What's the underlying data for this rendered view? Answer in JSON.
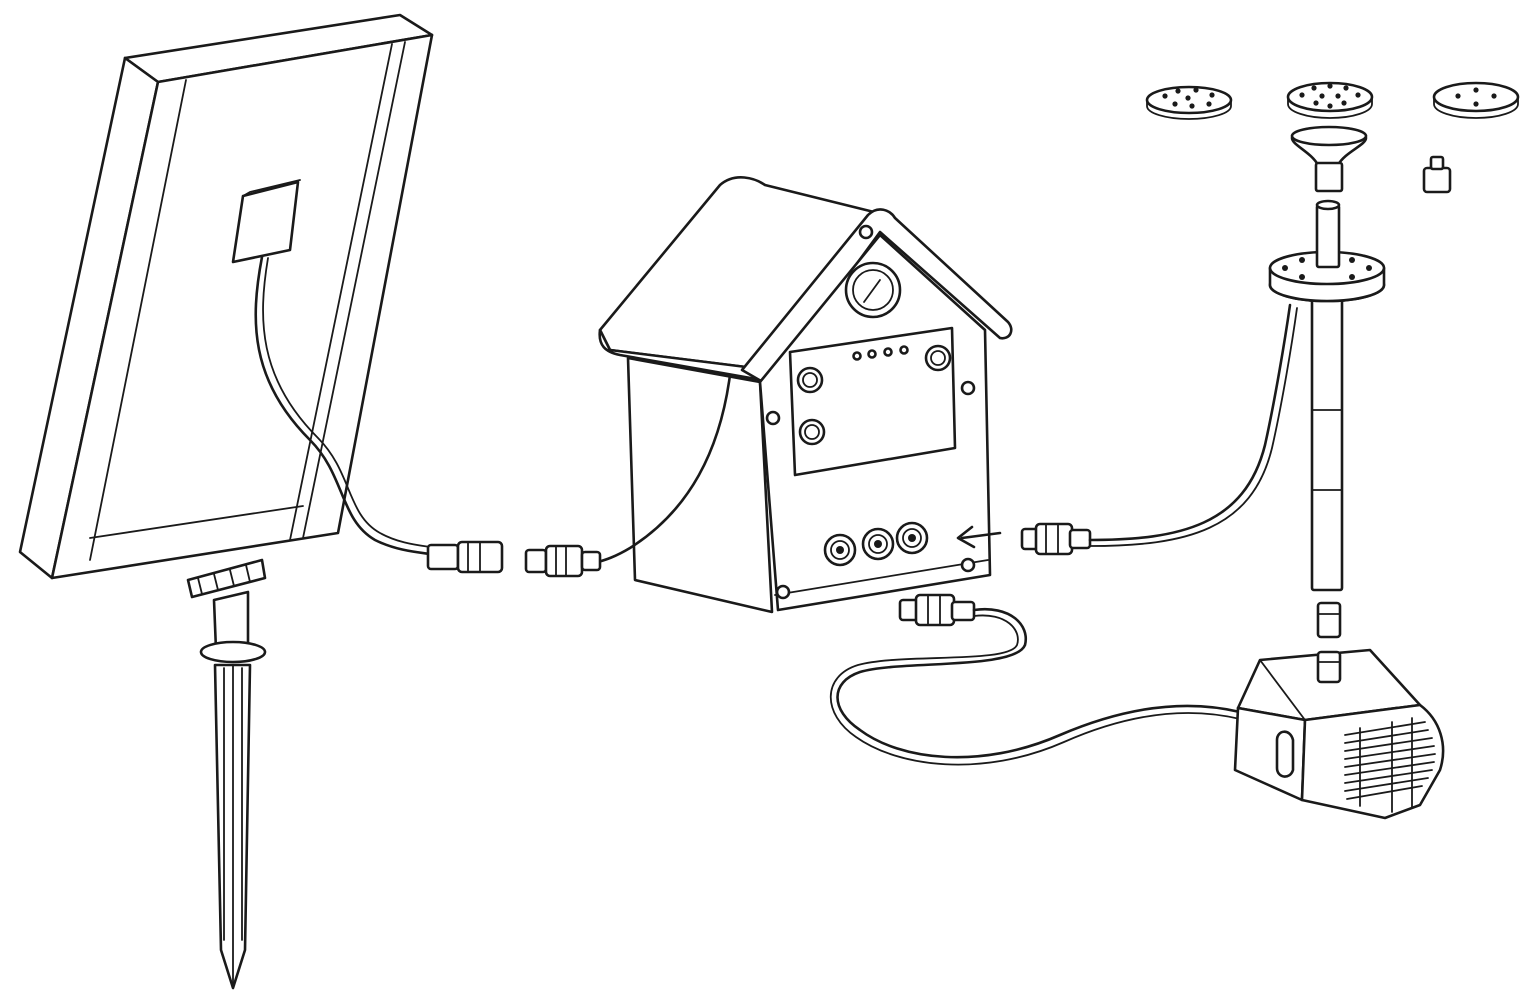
{
  "diagram": {
    "kind": "exploded-assembly-line-drawing",
    "line_color": "#1a1a1a",
    "background": "#ffffff",
    "components": [
      {
        "id": "solar-panel",
        "icon": "solar-panel-icon"
      },
      {
        "id": "ground-stake",
        "icon": "ground-stake-icon"
      },
      {
        "id": "control-box",
        "icon": "control-box-icon"
      },
      {
        "id": "fountain-pump",
        "icon": "pump-icon"
      },
      {
        "id": "extension-tube",
        "icon": "tube-icon"
      },
      {
        "id": "fountain-nozzles",
        "icon": "nozzle-icon"
      }
    ],
    "connections": [
      {
        "from": "solar-panel",
        "to": "control-box"
      },
      {
        "from": "control-box",
        "to": "fountain-pump"
      },
      {
        "from": "control-box",
        "to": "extension-tube"
      }
    ]
  }
}
